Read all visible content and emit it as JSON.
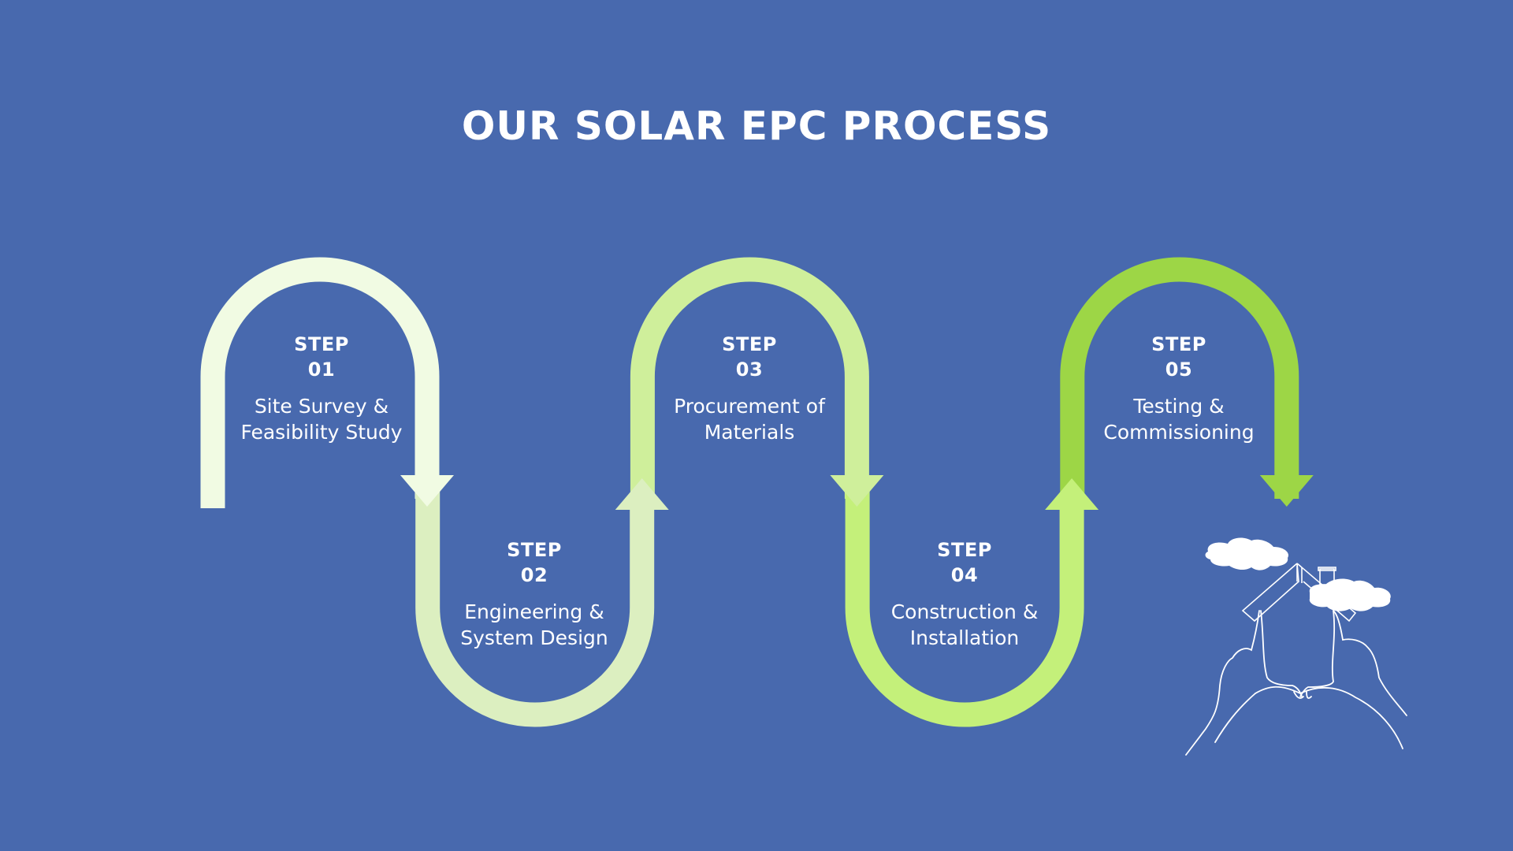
{
  "title": "OUR SOLAR EPC PROCESS",
  "colors": {
    "background": "#4869AE",
    "text": "#FFFFFF",
    "steps": [
      "#F1FBE3",
      "#DCEFC0",
      "#CFEF9B",
      "#C4F07A",
      "#9DD646"
    ]
  },
  "steps": [
    {
      "label": "STEP",
      "number": "01",
      "description": "Site Survey &\nFeasibility Study",
      "shape": "arch",
      "arrow": "down"
    },
    {
      "label": "STEP",
      "number": "02",
      "description": "Engineering &\nSystem Design",
      "shape": "u",
      "arrow": "up"
    },
    {
      "label": "STEP",
      "number": "03",
      "description": "Procurement of\nMaterials",
      "shape": "arch",
      "arrow": "down"
    },
    {
      "label": "STEP",
      "number": "04",
      "description": "Construction &\nInstallation",
      "shape": "u",
      "arrow": "up"
    },
    {
      "label": "STEP",
      "number": "05",
      "description": "Testing &\nCommissioning",
      "shape": "arch",
      "arrow": "down"
    }
  ],
  "illustration": {
    "icon": "hands-framing-house-icon",
    "elements": [
      "cloud",
      "cloud",
      "house-roof",
      "chimney",
      "hands",
      "hill"
    ]
  }
}
